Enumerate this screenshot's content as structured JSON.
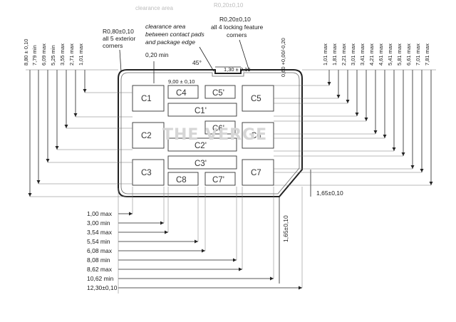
{
  "ghost_labels": [
    "clearance area",
    "R0,20±0,10"
  ],
  "watermark": "THE VERGE",
  "annotations": {
    "corner_radius": [
      "R0,80±0,10",
      "all 5 exterior",
      "corners"
    ],
    "clearance": [
      "clearance area",
      "between contact pads",
      "and package edge"
    ],
    "locking_radius": [
      "R0,20±0,10",
      "all 4 locking feature",
      "corners"
    ],
    "min_clearance": "0,20 min",
    "chamfer_angle": "45°",
    "notch_width": "1,30 ± 0,10",
    "notch_depth": "0,60 +0,00/-0,20",
    "pad_span": "9,00 ± 0,10",
    "bottom_offset": "1,65±0,10",
    "height_dim": "1,65±0,10"
  },
  "left_dims": [
    "8,80 ± 0,10",
    "7,79 min",
    "6,09 max",
    "5,25 min",
    "3,55 max",
    "2,71 max",
    "1,01 max"
  ],
  "right_dims": [
    "1,01 max",
    "1,81 max",
    "2,21 max",
    "3,01 max",
    "3,41 max",
    "4,21 max",
    "4,61 max",
    "5,41 max",
    "5,81 max",
    "6,61 max",
    "7,01 max",
    "7,81 max"
  ],
  "bottom_dims": [
    "1,00 max",
    "3,00 min",
    "3,54 max",
    "5,54 min",
    "6,08 max",
    "8,08 min",
    "8,62 max",
    "10,62 min",
    "12,30±0,10"
  ],
  "pads": [
    "C1",
    "C2",
    "C3",
    "C4",
    "C5'",
    "C5",
    "C1'",
    "C6'",
    "C6",
    "C2'",
    "C3'",
    "C7",
    "C8",
    "C7'"
  ]
}
